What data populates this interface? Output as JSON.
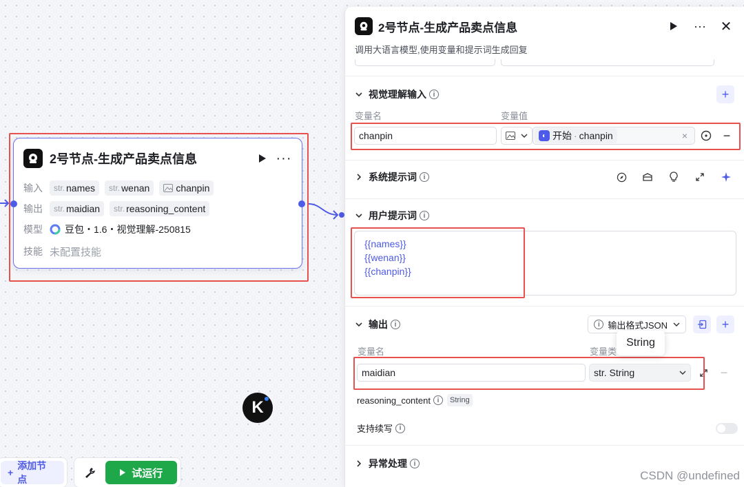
{
  "node": {
    "title": "2号节点-生成产品卖点信息",
    "input_label": "输入",
    "output_label": "输出",
    "model_label": "模型",
    "skill_label": "技能",
    "inputs": [
      {
        "type": "str.",
        "name": "names"
      },
      {
        "type": "str.",
        "name": "wenan"
      },
      {
        "type": "image-icon",
        "name": "chanpin"
      }
    ],
    "outputs": [
      {
        "type": "str.",
        "name": "maidian"
      },
      {
        "type": "str.",
        "name": "reasoning_content"
      }
    ],
    "model": "豆包・1.6・视觉理解-250815",
    "skill": "未配置技能"
  },
  "toolbar": {
    "add_node": "添加节点",
    "run": "试运行"
  },
  "panel": {
    "title": "2号节点-生成产品卖点信息",
    "subtitle": "调用大语言模型,使用变量和提示词生成回复",
    "vision": {
      "title": "视觉理解输入",
      "col_name": "变量名",
      "col_value": "变量值",
      "var_name": "chanpin",
      "ref_source": "开始",
      "ref_sep": "·",
      "ref_var": "chanpin",
      "clear": "×"
    },
    "system_prompt": {
      "title": "系统提示词"
    },
    "user_prompt": {
      "title": "用户提示词",
      "lines": [
        "{{names}}",
        "{{wenan}}",
        "{{chanpin}}"
      ]
    },
    "output": {
      "title": "输出",
      "format": "输出格式JSON",
      "col_name": "变量名",
      "col_type": "变量类",
      "var_name": "maidian",
      "var_type": "str. String",
      "tooltip": "String",
      "reasoning": "reasoning_content",
      "reasoning_type": "String",
      "continue_label": "支持续写"
    },
    "exception": {
      "title": "异常处理"
    }
  },
  "watermark": "CSDN @undefined",
  "colors": {
    "accent": "#4e5ae8",
    "run_green": "#1fa84a",
    "highlight_red": "#e8504d"
  }
}
